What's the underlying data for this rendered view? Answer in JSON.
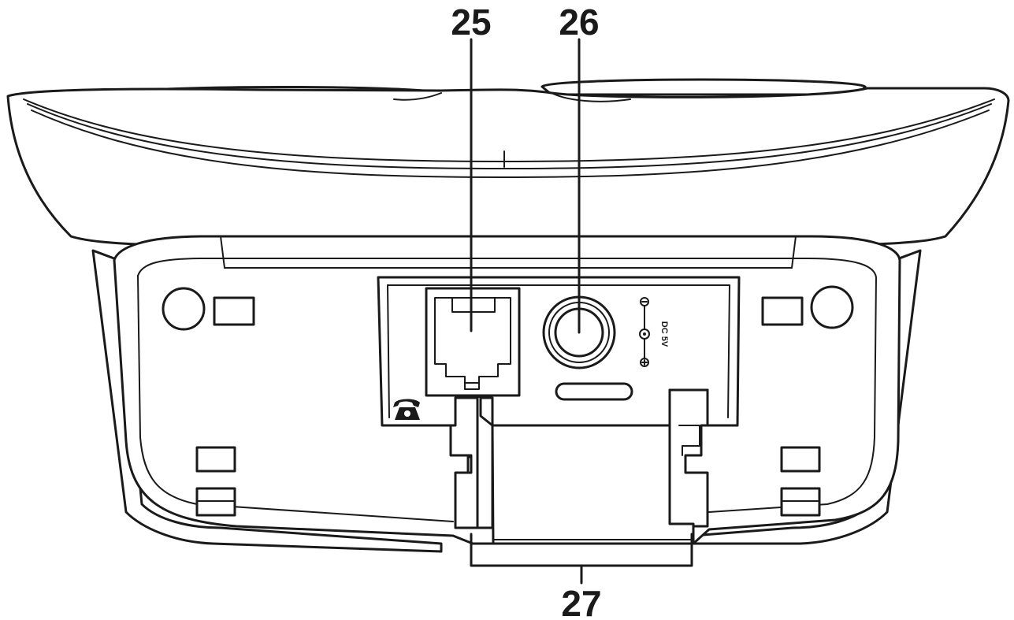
{
  "callouts": [
    {
      "id": "25",
      "label": "25"
    },
    {
      "id": "26",
      "label": "26"
    },
    {
      "id": "27",
      "label": "27"
    }
  ],
  "port_markings": {
    "dc_label": "DC 5V"
  },
  "icons": {
    "phone_line": "telephone-icon",
    "polarity_minus": "minus-symbol-icon",
    "polarity_plus": "plus-symbol-icon",
    "polarity_center": "dc-polarity-icon"
  }
}
